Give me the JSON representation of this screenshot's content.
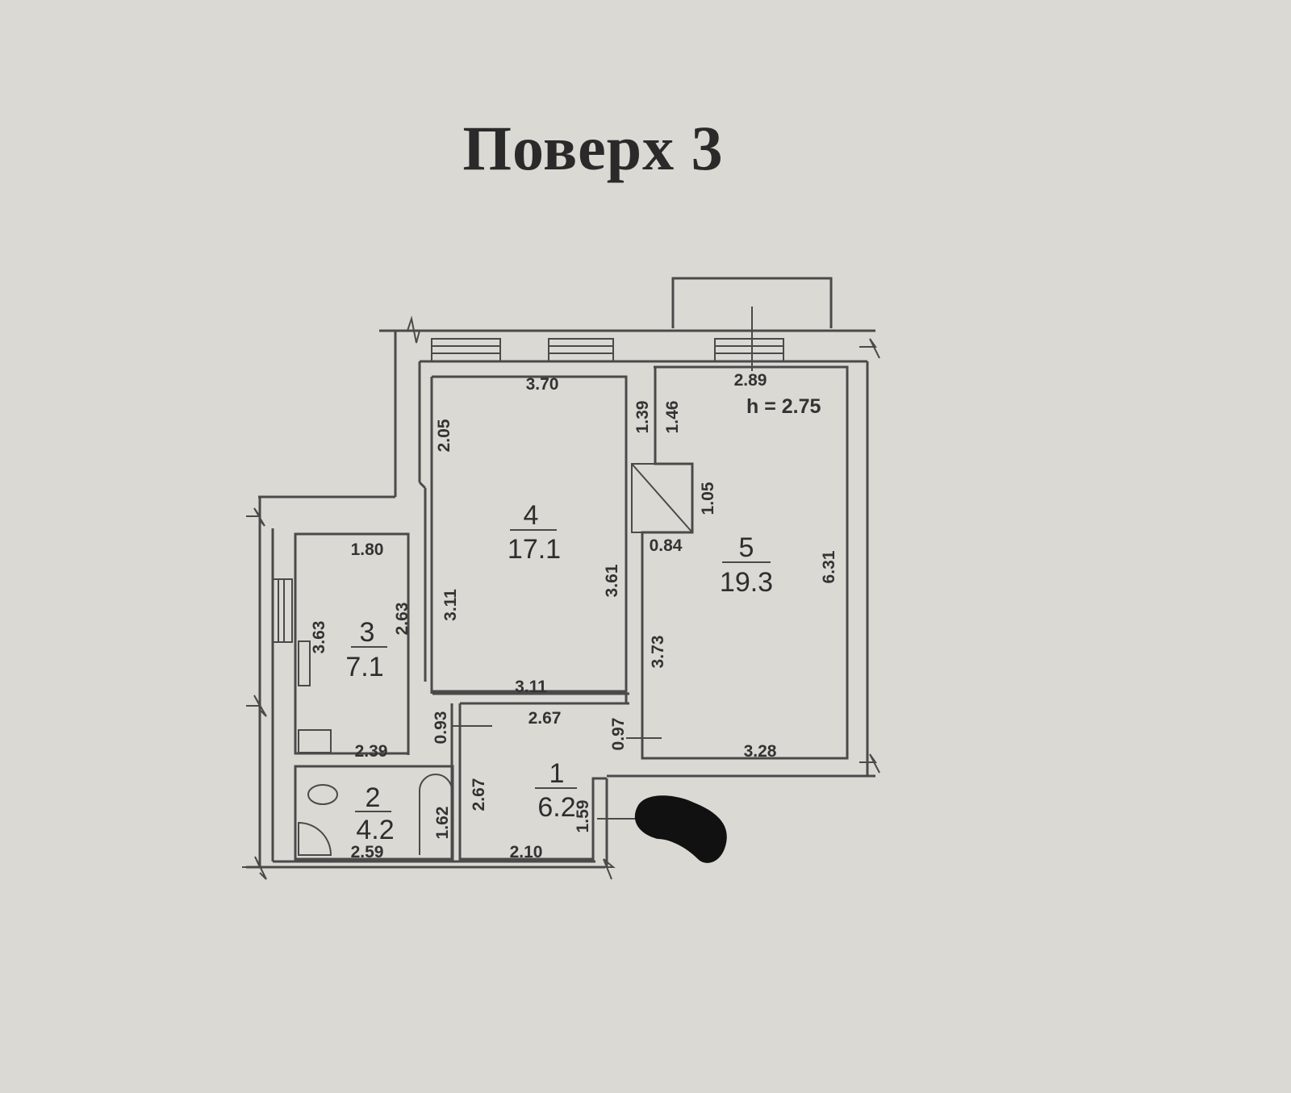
{
  "title": "Поверх 3",
  "ceiling_height": "h = 2.75",
  "rooms": [
    {
      "number": "1",
      "area": "6.2"
    },
    {
      "number": "2",
      "area": "4.2"
    },
    {
      "number": "3",
      "area": "7.1"
    },
    {
      "number": "4",
      "area": "17.1"
    },
    {
      "number": "5",
      "area": "19.3"
    }
  ],
  "dimensions": {
    "r4_top": "3.70",
    "r4_left_upper": "2.05",
    "r4_left_lower": "3.11",
    "r4_right_upper": "1.39",
    "r4_right_lower": "3.61",
    "r4_bottom": "3.11",
    "r5_top": "2.89",
    "r5_left_upper": "1.46",
    "r5_closet": "1.05",
    "r5_closet_width": "0.84",
    "r5_right": "6.31",
    "r5_left_lower": "3.73",
    "r5_bottom": "3.28",
    "r3_top": "1.80",
    "r3_right": "2.63",
    "r3_left": "3.63",
    "r3_bottom": "2.39",
    "r3_right_lower": "0.93",
    "r1_top": "2.67",
    "r1_left": "2.67",
    "r1_right_upper": "0.97",
    "r1_right_lower": "1.59",
    "r1_bottom": "2.10",
    "r2_right": "1.62",
    "r2_bottom": "2.59"
  }
}
